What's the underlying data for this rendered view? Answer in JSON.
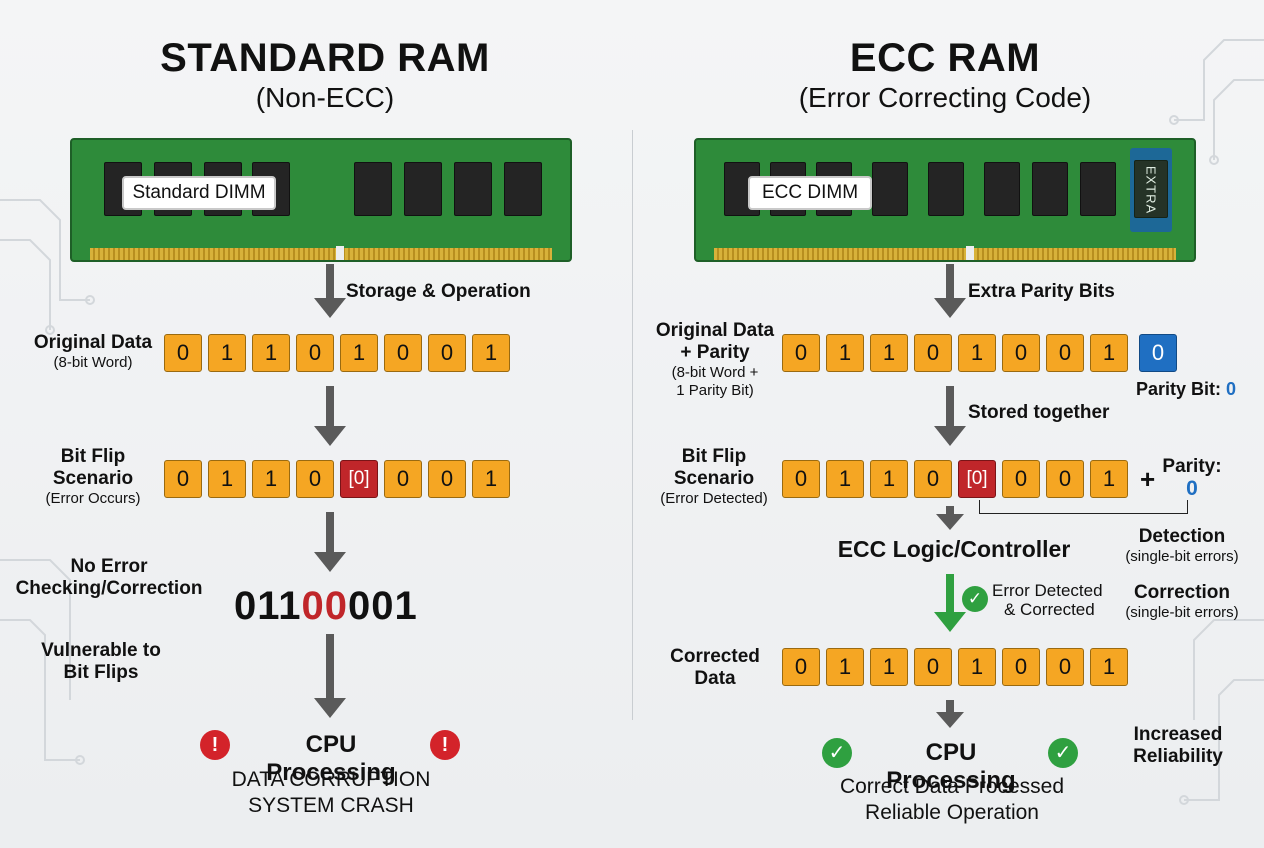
{
  "left": {
    "title": "STANDARD RAM",
    "subtitle": "(Non-ECC)",
    "dimm_label": "Standard DIMM",
    "arrow1_label": "Storage & Operation",
    "original_label": "Original Data",
    "original_sub": "(8-bit Word)",
    "original_bits": [
      "0",
      "1",
      "1",
      "0",
      "1",
      "0",
      "0",
      "1"
    ],
    "flip_label_1": "Bit Flip",
    "flip_label_2": "Scenario",
    "flip_sub": "(Error Occurs)",
    "flip_bits": [
      "0",
      "1",
      "1",
      "0",
      "[0]",
      "0",
      "0",
      "1"
    ],
    "no_error_1": "No Error",
    "no_error_2": "Checking/Correction",
    "vulnerable_1": "Vulnerable to",
    "vulnerable_2": "Bit Flips",
    "result_prefix": "011",
    "result_red": "00",
    "result_suffix": "001",
    "cpu_title": "CPU Processing",
    "outcome_1": "DATA CORRUPTION",
    "outcome_2": "SYSTEM CRASH"
  },
  "right": {
    "title": "ECC RAM",
    "subtitle": "(Error Correcting Code)",
    "dimm_label": "ECC DIMM",
    "extra_chip": "EXTRA",
    "arrow1_label": "Extra Parity Bits",
    "original_label_1": "Original Data",
    "original_label_2": "+ Parity",
    "original_sub_1": "(8-bit Word +",
    "original_sub_2": "1 Parity Bit)",
    "original_bits": [
      "0",
      "1",
      "1",
      "0",
      "1",
      "0",
      "0",
      "1"
    ],
    "parity_value": "0",
    "parity_bit_label": "Parity Bit:",
    "parity_bit_value": "0",
    "arrow2_label": "Stored together",
    "flip_label_1": "Bit Flip",
    "flip_label_2": "Scenario",
    "flip_sub": "(Error Detected)",
    "flip_bits": [
      "0",
      "1",
      "1",
      "0",
      "[0]",
      "0",
      "0",
      "1"
    ],
    "plus": "+",
    "parity_label": "Parity:",
    "parity_flip_value": "0",
    "detection_title": "Detection",
    "detection_sub": "(single-bit errors)",
    "ecc_logic": "ECC Logic/Controller",
    "detected_1": "Error Detected",
    "detected_2": "& Corrected",
    "correction_title": "Correction",
    "correction_sub": "(single-bit errors)",
    "corrected_label_1": "Corrected",
    "corrected_label_2": "Data",
    "corrected_bits": [
      "0",
      "1",
      "1",
      "0",
      "1",
      "0",
      "0",
      "1"
    ],
    "reliability_1": "Increased",
    "reliability_2": "Reliability",
    "cpu_title": "CPU Processing",
    "outcome_1": "Correct Data Processed",
    "outcome_2": "Reliable Operation"
  },
  "colors": {
    "bit_fill": "#f5a623",
    "error_fill": "#c0262a",
    "parity_fill": "#1f6fc2",
    "pcb_green": "#2e8b3a",
    "ok_green": "#2fa040",
    "alert_red": "#d3232a"
  }
}
